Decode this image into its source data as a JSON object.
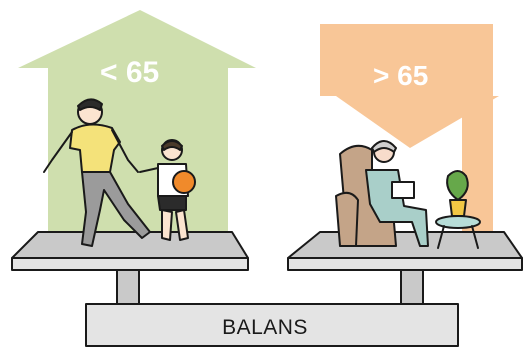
{
  "labels": {
    "under": "< 65",
    "over": "> 65",
    "base": "BALANS"
  },
  "colors": {
    "green_arrow": "#cfdfae",
    "orange_arrow": "#f8c697",
    "platform_top": "#c9c9c9",
    "platform_side": "#e4e4e4",
    "outline": "#1a1a1a",
    "man_shirt": "#f4e27a",
    "man_pants": "#9b9b9b",
    "child_shirt": "#ffffff",
    "ball": "#f08a2b",
    "armchair": "#c4a488",
    "grandma_dress": "#a9cfc9",
    "plant_leaves": "#66a84a",
    "plant_pot": "#f2c744",
    "table_top": "#b7ddd8"
  },
  "icons": [
    "arrow-up-icon",
    "arrow-down-icon",
    "balance-scale-icon"
  ]
}
